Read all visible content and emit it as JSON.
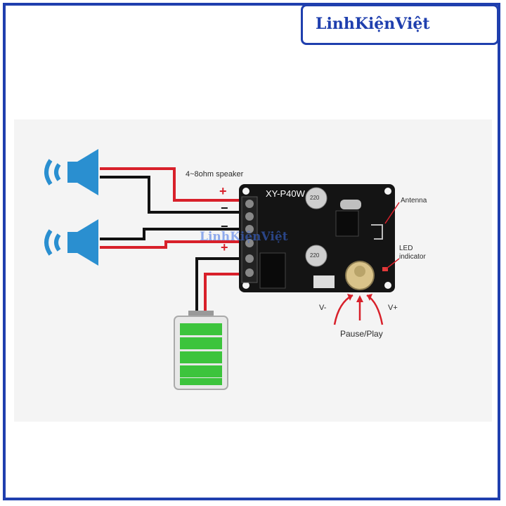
{
  "brand": {
    "logo_text": "LinhKiệnViệt",
    "color": "#1f3fae"
  },
  "watermark": "LinhKiệnViệt",
  "board": {
    "model": "XY-P40W",
    "cap_label_1": "220",
    "cap_label_2": "220"
  },
  "labels": {
    "speaker": "4~8ohm speaker",
    "plus": "+",
    "minus": "−",
    "antenna": "Antenna",
    "led_line1": "LED",
    "led_line2": "indicator",
    "v_minus": "V-",
    "v_plus": "V+",
    "pause_play": "Pause/Play"
  },
  "colors": {
    "wire_red": "#d8202a",
    "wire_black": "#111111",
    "speaker_blue": "#2a8fd0",
    "battery_green": "#3cc43c",
    "arrow_red": "#d8202a",
    "board": "#141414"
  }
}
